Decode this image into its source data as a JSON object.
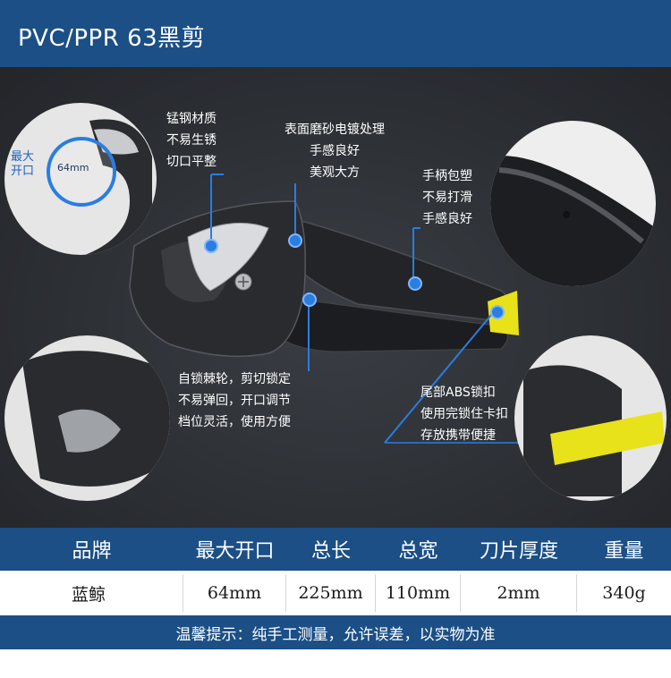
{
  "header": {
    "title": "PVC/PPR 63黑剪"
  },
  "callouts": {
    "blade": [
      "锰钢材质",
      "不易生锈",
      "切口平整"
    ],
    "surface": [
      "表面磨砂电镀处理",
      "手感良好",
      "美观大方"
    ],
    "handle": [
      "手柄包塑",
      "不易打滑",
      "手感良好"
    ],
    "ratchet": [
      "自锁棘轮，剪切锁定",
      "不易弹回，开口调节",
      "档位灵活，使用方便"
    ],
    "lock": [
      "尾部ABS锁扣",
      "使用完锁住卡扣",
      "存放携带便捷"
    ]
  },
  "opening_badge": {
    "label_line1": "最大",
    "label_line2": "开口",
    "size": "64mm"
  },
  "specs": {
    "headers": [
      "品牌",
      "最大开口",
      "总长",
      "总宽",
      "刀片厚度",
      "重量"
    ],
    "values": [
      "蓝鲸",
      "64mm",
      "225mm",
      "110mm",
      "2mm",
      "340g"
    ]
  },
  "note": "温馨提示：纯手工测量，允许误差，以实物为准",
  "colors": {
    "header_bg": "#1b4f86",
    "accent": "#2a7de1",
    "lock_yellow": "#e8e21a"
  }
}
